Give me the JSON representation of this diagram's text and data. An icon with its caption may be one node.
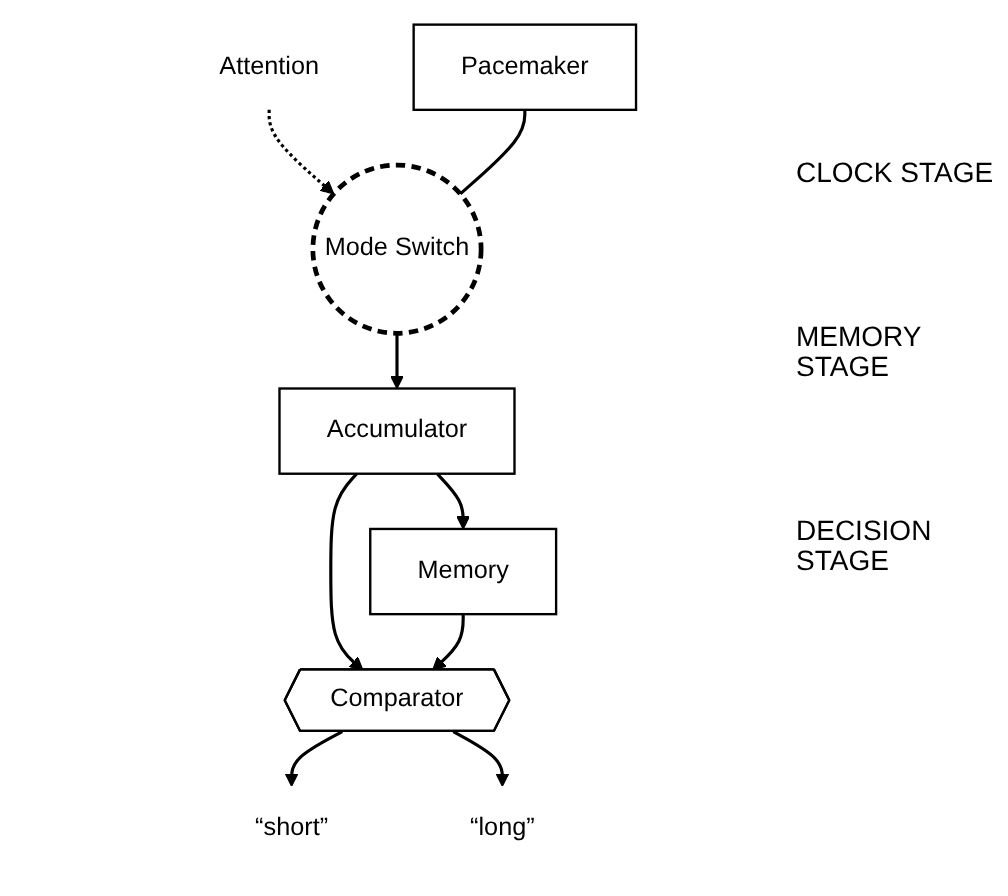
{
  "diagram": {
    "nodes": [
      {
        "text": [
          "Attention"
        ]
      },
      {
        "text": [
          "Pacemaker"
        ]
      },
      {
        "text": [
          "Mode Switch"
        ]
      },
      {
        "text": [
          "Accumulator"
        ]
      },
      {
        "text": [
          "Memory"
        ]
      },
      {
        "text": [
          "Comparator"
        ]
      },
      {
        "text": [
          "“short”"
        ]
      },
      {
        "text": [
          "“long”"
        ]
      }
    ],
    "edges": [
      {
        "from": 0,
        "to": 2,
        "arrow": "to",
        "style": "dashed"
      },
      {
        "from": 1,
        "to": 2,
        "arrow": "none"
      },
      {
        "from": 2,
        "to": 3,
        "arrow": "to"
      },
      {
        "from": 3,
        "to": 4,
        "arrow": "to"
      },
      {
        "from": 3,
        "to": 5,
        "arrow": "to"
      },
      {
        "from": 4,
        "to": 5,
        "arrow": "to"
      },
      {
        "from": 5,
        "to": 6,
        "arrow": "to"
      },
      {
        "from": 5,
        "to": 7,
        "arrow": "to"
      }
    ],
    "labels": [
      "CLOCK STAGE",
      "MEMORY STAGE",
      "DECISION STAGE"
    ]
  }
}
